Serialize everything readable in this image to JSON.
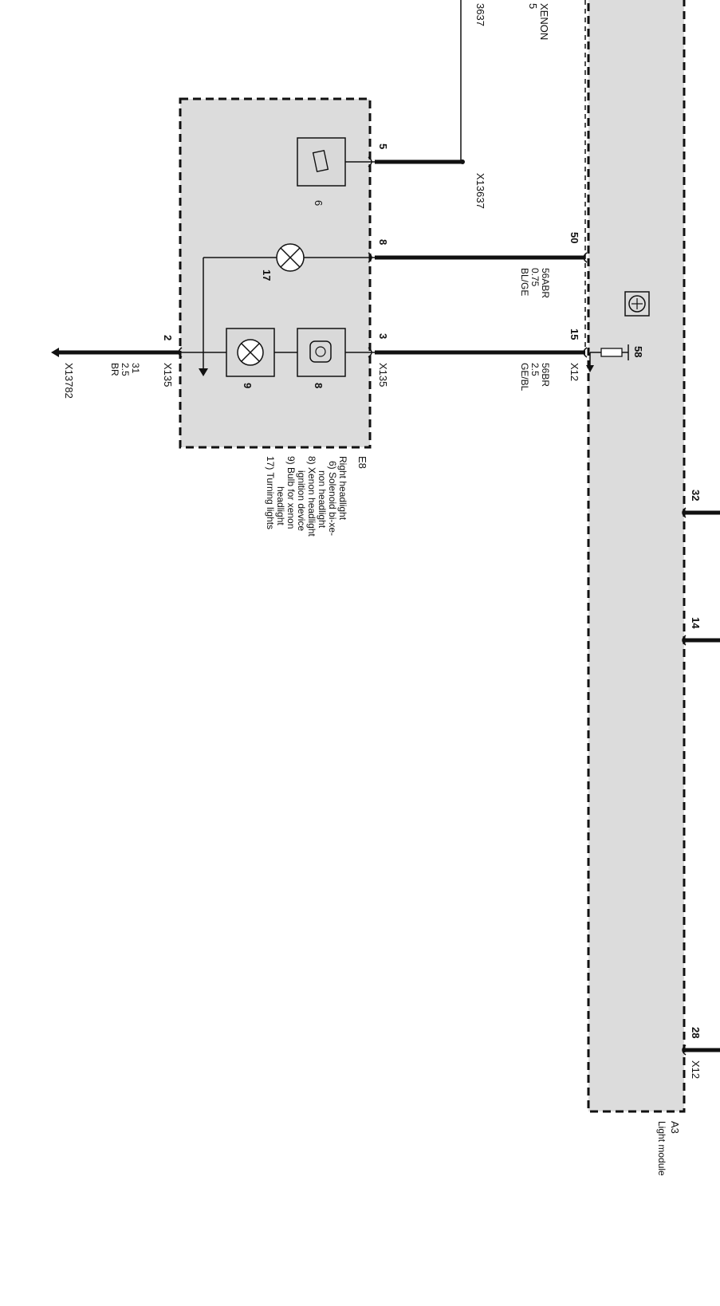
{
  "modules": {
    "light_module": {
      "id": "A3",
      "name": "Light module",
      "connector": "X12"
    },
    "right_headlight": {
      "id": "E8",
      "legend": [
        "Right headlight",
        "6) Solenoid bi-xe-",
        "non headlight",
        "8) Xenon headlight",
        "ignition device",
        "9) Bulb for xenon",
        "headlight",
        "17) Turning lights"
      ],
      "components": {
        "solenoid": "6",
        "turn_bulb": "17",
        "ignition": "8",
        "xenon_bulb": "9"
      }
    }
  },
  "top_fragment": {
    "line1": "XENON",
    "line2": "5",
    "ref": "3637"
  },
  "wires": {
    "w_pin5": {
      "pin": "5",
      "ref": "X13637"
    },
    "w_pin8": {
      "module_pin": "50",
      "headlight_pin": "8",
      "code": "56ABR",
      "size": "0.75",
      "color": "BL/GE"
    },
    "w_pin3": {
      "module_pin": "15",
      "headlight_pin": "3",
      "connector": "X135",
      "connector_module": "X12",
      "code": "56BR",
      "size": "2.5",
      "color": "GE/BL",
      "term": "58"
    },
    "w_ground": {
      "pin": "2",
      "connector": "X135",
      "code": "31",
      "size": "2.5",
      "color": "BR",
      "ref": "X13782"
    },
    "right_pins": [
      "32",
      "14",
      "28"
    ]
  }
}
